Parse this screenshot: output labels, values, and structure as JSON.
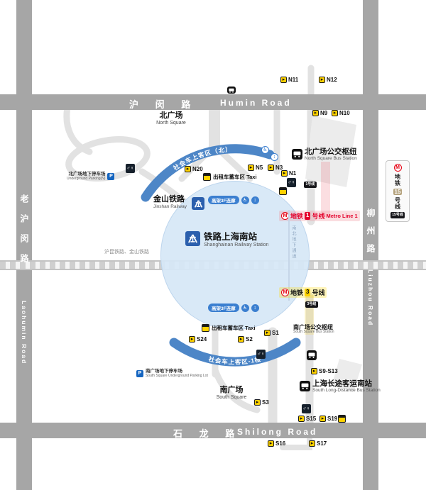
{
  "colors": {
    "road": "#a6a6a6",
    "light_road": "#e2e2e2",
    "circle": "#d6e7f6",
    "arc_blue": "#4d86c7",
    "pill_blue": "#3b7fd0",
    "line1": "#e4002b",
    "line3": "#ffd100",
    "line15": "#b5a37e",
    "taxi_yellow": "#ffd100"
  },
  "roads": {
    "humin_zh": "沪 闵 路",
    "humin_en": "Humin Road",
    "shilong_zh": "石 龙 路",
    "shilong_en": "Shilong Road",
    "laohumin_zh": "老沪闵路",
    "laohumin_en": "Laohumin Road",
    "liuzhou_zh": "柳州路",
    "liuzhou_en": "Liuzhou Road"
  },
  "railway_note": "沪昆铁路、金山铁路",
  "north_square": {
    "zh": "北广场",
    "en": "North Square"
  },
  "south_square": {
    "zh": "南广场",
    "en": "South Square"
  },
  "station": {
    "zh": "铁路上海南站",
    "en": "Shanghainan Railway Station"
  },
  "jinshan": {
    "zh": "金山铁路",
    "en": "Jinshan Railway"
  },
  "north_bus": {
    "zh": "北广场公交枢纽",
    "en": "North Square Bus Station"
  },
  "south_bus": {
    "zh": "南广场公交枢纽",
    "en": "South Square Bus Station"
  },
  "coach": {
    "zh": "上海长途客运南站",
    "en": "South Long-Distance Bus Station"
  },
  "north_parking": {
    "zh": "北广场地下停车场",
    "en": "Underground Parking(N)"
  },
  "south_parking": {
    "zh": "南广场地下停车场",
    "en": "South Square Underground Parking Lot"
  },
  "taxi_label": "出租车蓄车区 Taxi",
  "arcs": {
    "north": "社会车上客区（北）",
    "south": "社会车上客区-1楼"
  },
  "corridor": "高架3F连廊",
  "passage": "南北地下通道",
  "metro": {
    "line1_zh": "地铁",
    "line1_num": "1",
    "line1_suffix": "号线",
    "line1_en": "Metro Line 1",
    "line3_zh": "地铁",
    "line3_num": "3",
    "line3_suffix": "号线",
    "line15_top": "地铁",
    "line15_num": "15",
    "line15_bottom": "号线",
    "sign_line1": "1号线",
    "sign_line3": "3号线",
    "sign_line15": "15号线"
  },
  "exits": {
    "n11": "N11",
    "n12": "N12",
    "n9": "N9",
    "n10": "N10",
    "n20": "N20",
    "n5": "N5",
    "n3": "N3",
    "n1": "N1",
    "s24": "S24",
    "s2": "S2",
    "s1": "S1",
    "s3": "S3",
    "s9_13": "S9-S13",
    "s15": "S15",
    "s19": "S19",
    "s16": "S16",
    "s17": "S17"
  },
  "icons": {
    "parking": "P",
    "metro": "M",
    "wc": "♂♀",
    "accessible": "♿",
    "elevator": "↕"
  }
}
